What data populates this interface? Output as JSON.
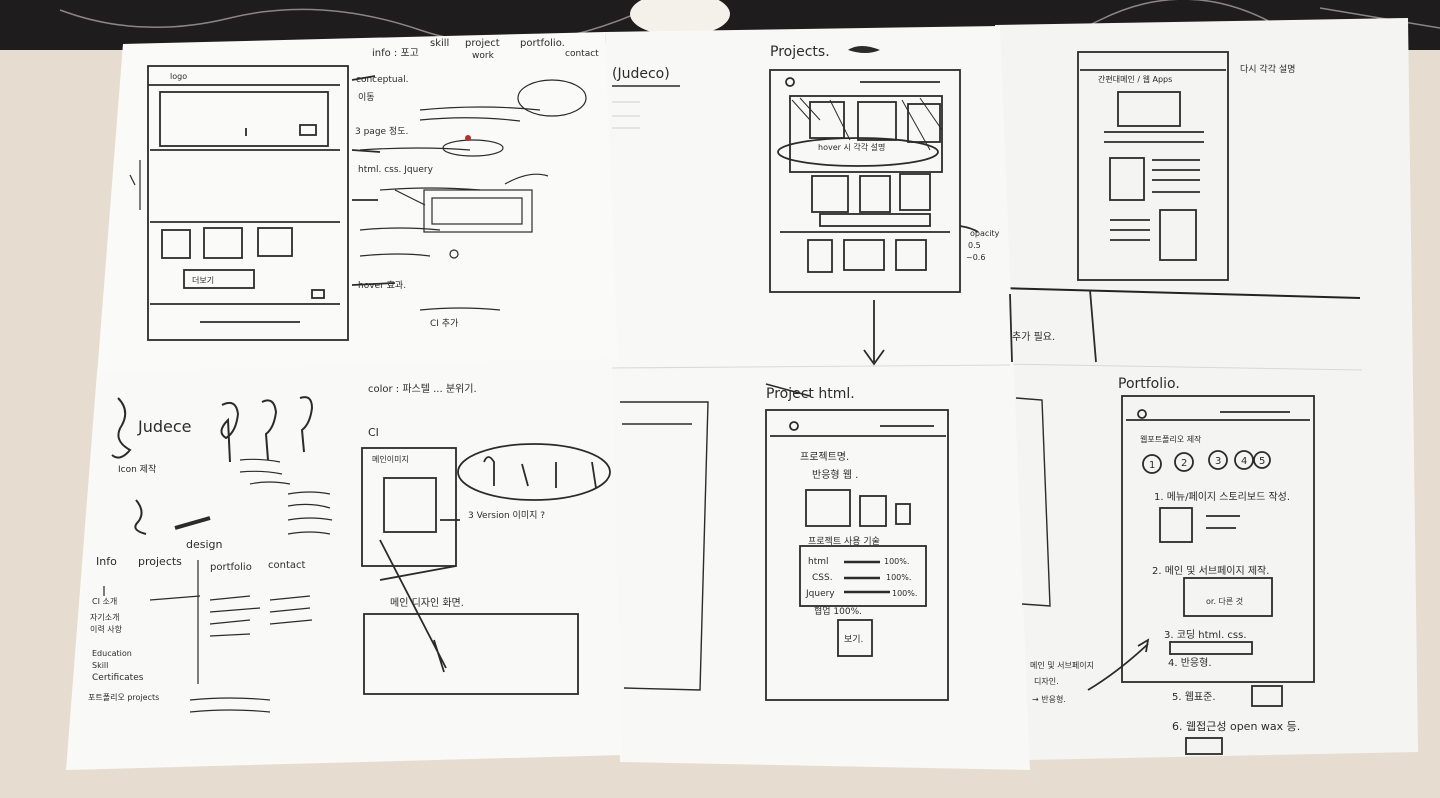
{
  "scene": {
    "description_colors": {
      "paper": "#f7f7f5",
      "ink": "#2b2b2b",
      "marble": "#1e1c1c",
      "table": "#e6ddd0"
    }
  },
  "sheet_top_left": {
    "notes": [
      "info : 포고",
      "skill",
      "project",
      "work",
      "portfolio.",
      "contact",
      "conceptual.",
      "이동",
      "3 page 정도.",
      "html. css. Jquery",
      "hover 효과.",
      "CI 추가"
    ],
    "button_label": "더보기"
  },
  "sheet_top_mid": {
    "heading": "(Judeco)"
  },
  "sheet_projects": {
    "title": "Projects.",
    "hover_note": "hover 시 각각 설명",
    "opacity_note": [
      "opacity",
      "0.5",
      "~0.6"
    ]
  },
  "sheet_top_right": {
    "header_text": "간편대메인 / 웹 Apps",
    "note": "다시 각각 설명",
    "footer_text": "추가 필요."
  },
  "sheet_bottom_left": {
    "logo_text": "Judece",
    "icon_note": "Icon 제작",
    "color_note": "color : 파스텔 ... 분위기.",
    "ci_label": "CI",
    "ci_sub": "3 Version 이미지 ?",
    "main_image_label": "메인이미지",
    "grid_label": "메인 디자인 화면.",
    "nav_cols": [
      "Info",
      "projects",
      "design",
      "portfolio",
      "contact"
    ],
    "list_items": [
      "CI 소개",
      "자기소개",
      "이력 사항",
      "Education",
      "Skill",
      "Certificates",
      "포트폴리오 projects"
    ]
  },
  "sheet_project_html": {
    "title": "Project html.",
    "subtitle": "프로젝트명.",
    "sub2": "반응형 웹 .",
    "section_title": "프로젝트 사용 기술",
    "skills": [
      {
        "name": "html",
        "value": "100%."
      },
      {
        "name": "CSS.",
        "value": "100%."
      },
      {
        "name": "Jquery",
        "value": "100%."
      }
    ],
    "extra": "협업 100%.",
    "button": "보기."
  },
  "sheet_portfolio": {
    "title": "Portfolio.",
    "intro": "웹포트폴리오 제작",
    "steps": [
      "1",
      "2",
      "3",
      "4",
      "5"
    ],
    "items": [
      "1. 메뉴/페이지 스토리보드 작성.",
      "2. 메인 및 서브페이지 제작.",
      "3. 코딩 html. css.",
      "4. 반응형.",
      "5. 웹표준.",
      "6. 웹접근성 open wax 등."
    ],
    "side_notes": [
      "메인 및 서브페이지",
      "디자인.",
      "→ 반응형."
    ],
    "inner_label": "or. 다른 것"
  }
}
